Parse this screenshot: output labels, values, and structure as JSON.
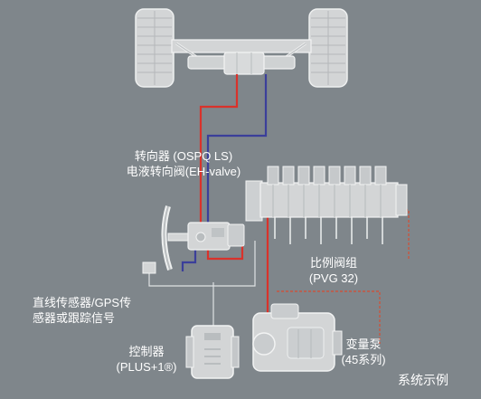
{
  "labels": {
    "steering_unit_line1": "转向器 (OSPQ LS)",
    "steering_unit_line2": "电液转向阀(EH-valve)",
    "valve_group_line1": "比例阀组",
    "valve_group_line2": "(PVG 32)",
    "sensor_line1": "直线传感器/GPS传",
    "sensor_line2": "感器或跟踪信号",
    "controller_line1": "控制器",
    "controller_line2": "(PLUS+1®)",
    "pump_line1": "变量泵",
    "pump_line2": "(45系列)",
    "caption": "系统示例"
  },
  "colors": {
    "background": "#7f868b",
    "component": "#d3d5d6",
    "component_edge": "#f2f3f3",
    "pressure_line": "#d9322b",
    "return_line": "#3b3f9a",
    "signal_line": "#dfe2e3",
    "text": "#ffffff"
  }
}
